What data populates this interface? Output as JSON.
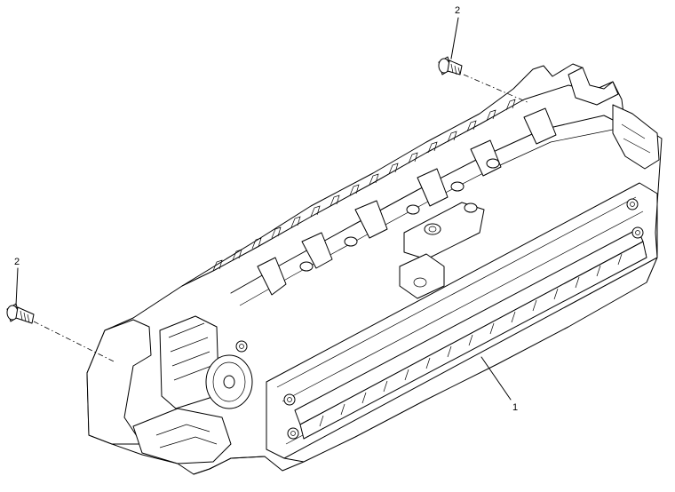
{
  "diagram": {
    "callouts": [
      {
        "label": "1",
        "part": "fuser-unit"
      },
      {
        "label": "2",
        "part": "screw-top-right"
      },
      {
        "label": "2",
        "part": "screw-left"
      }
    ]
  }
}
